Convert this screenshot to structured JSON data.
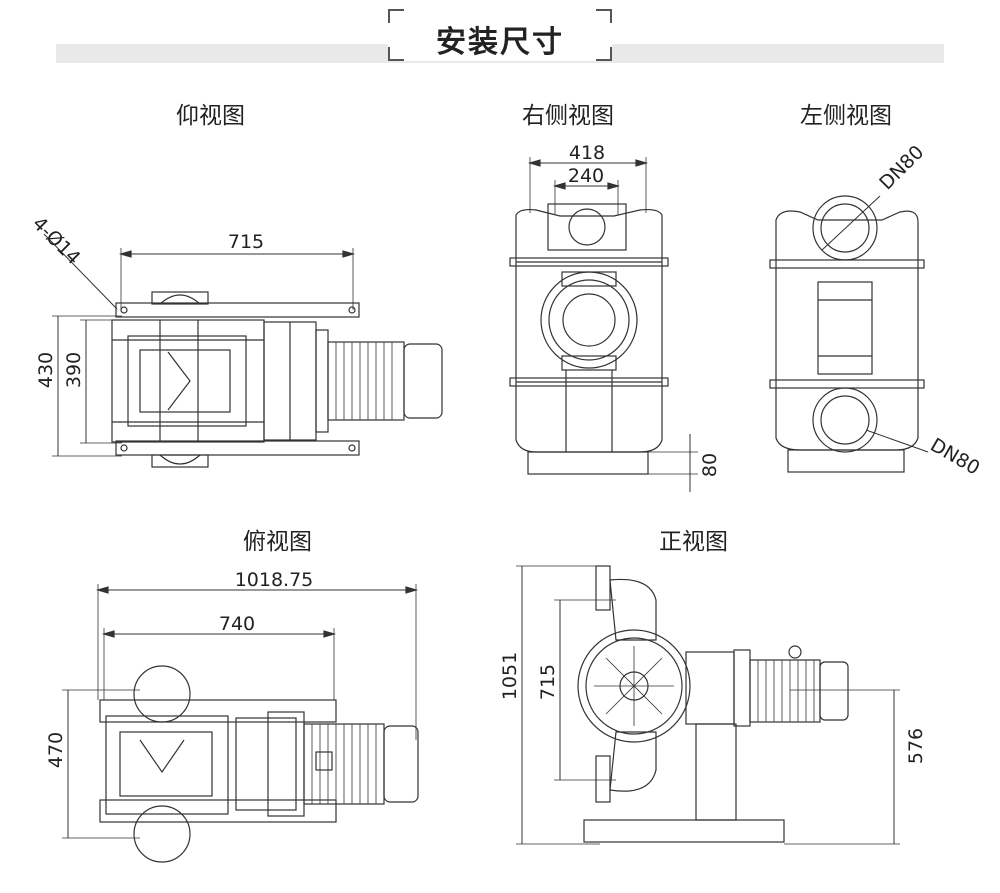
{
  "page_title": "安装尺寸",
  "views": {
    "bottom": {
      "title": "仰视图",
      "dims": {
        "width": "715",
        "height_outer": "430",
        "height_inner": "390",
        "holes": "4-Ø14"
      }
    },
    "right": {
      "title": "右侧视图",
      "dims": {
        "outer": "418",
        "inner": "240",
        "base": "80"
      }
    },
    "left": {
      "title": "左侧视图",
      "dims": {
        "top_port": "DN80",
        "bottom_port": "DN80"
      }
    },
    "top": {
      "title": "俯视图",
      "dims": {
        "overall": "1018.75",
        "length": "740",
        "height": "470"
      }
    },
    "front": {
      "title": "正视图",
      "dims": {
        "total_height": "1051",
        "port_spacing": "715",
        "outlet_height": "576"
      }
    }
  }
}
